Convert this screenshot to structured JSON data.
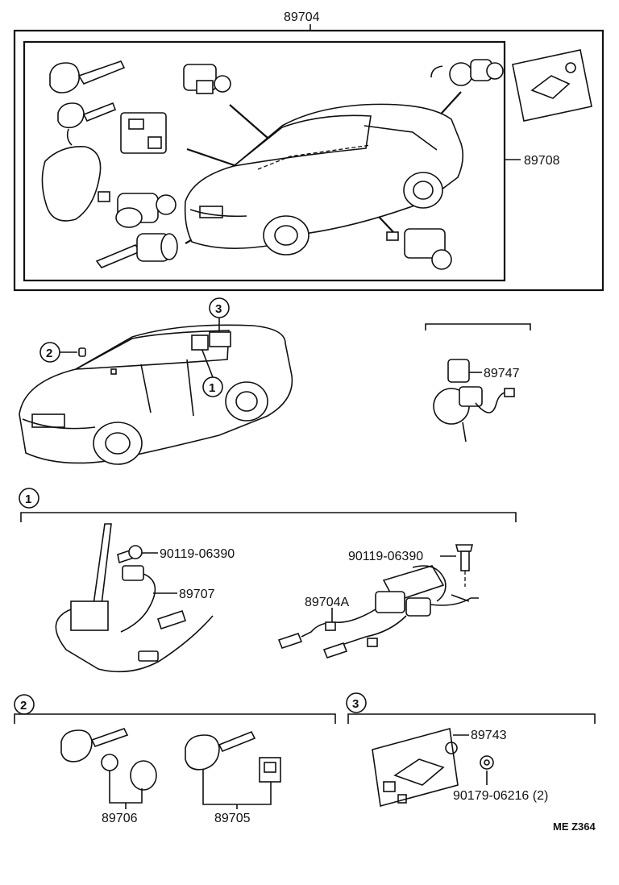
{
  "labels": {
    "assembly_top": "89704",
    "set_right": "89708",
    "sensor_right": "89747",
    "bolt_left": "90119-06390",
    "sensor_left": "89707",
    "bolt_right": "90119-06390",
    "harness": "89704A",
    "key_set_a": "89706",
    "key_set_b": "89705",
    "computer": "89743",
    "nut": "90179-06216 (2)",
    "figure_code": "ME Z364"
  },
  "callouts": {
    "one": "1",
    "two": "2",
    "three": "3"
  }
}
